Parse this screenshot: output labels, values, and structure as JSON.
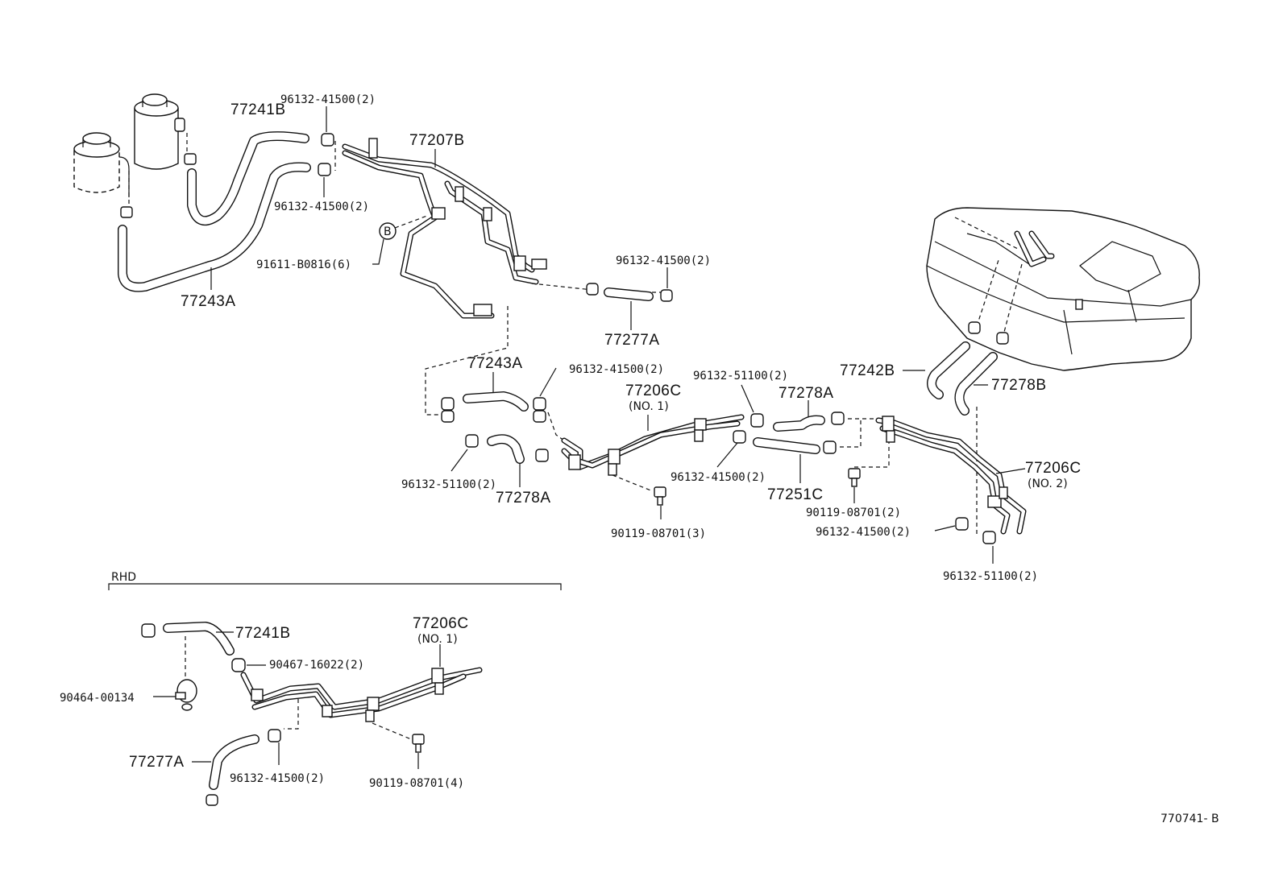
{
  "labels": {
    "l_77241B_top": "77241B",
    "l_96132_41500_a": "96132-41500(2)",
    "l_96132_41500_b": "96132-41500(2)",
    "l_77207B": "77207B",
    "l_91611": "91611-B0816(6)",
    "l_77243A_top": "77243A",
    "l_96132_41500_c": "96132-41500(2)",
    "l_77277A_mid": "77277A",
    "l_77242B": "77242B",
    "l_77278B": "77278B",
    "l_77243A_mid": "77243A",
    "l_96132_41500_d": "96132-41500(2)",
    "l_96132_51100_a": "96132-51100(2)",
    "l_77206C_no1": "77206C",
    "l_no1": "(NO. 1)",
    "l_77278A_right": "77278A",
    "l_96132_51100_b": "96132-51100(2)",
    "l_77278A_left": "77278A",
    "l_96132_41500_e": "96132-41500(2)",
    "l_77251C": "77251C",
    "l_90119_3": "90119-08701(3)",
    "l_77206C_no2": "77206C",
    "l_no2": "(NO. 2)",
    "l_90119_2": "90119-08701(2)",
    "l_96132_41500_f": "96132-41500(2)",
    "l_96132_51100_c": "96132-51100(2)",
    "l_rhd": "RHD",
    "l_77241B_rhd": "77241B",
    "l_90467": "90467-16022(2)",
    "l_77206C_rhd": "77206C",
    "l_no1_rhd": "(NO. 1)",
    "l_90464": "90464-00134",
    "l_77277A_rhd": "77277A",
    "l_96132_41500_rhd": "96132-41500(2)",
    "l_90119_4": "90119-08701(4)",
    "l_ref": "770741- B",
    "l_circle_b": "B"
  },
  "icons": {
    "reservoir": "reservoir-icon",
    "fuel_tank": "fuel-tank-icon",
    "clamp": "hose-clamp-icon",
    "bolt": "bolt-icon",
    "grommet": "grommet-icon"
  },
  "colors": {
    "ink": "#111111",
    "paper": "#ffffff"
  }
}
